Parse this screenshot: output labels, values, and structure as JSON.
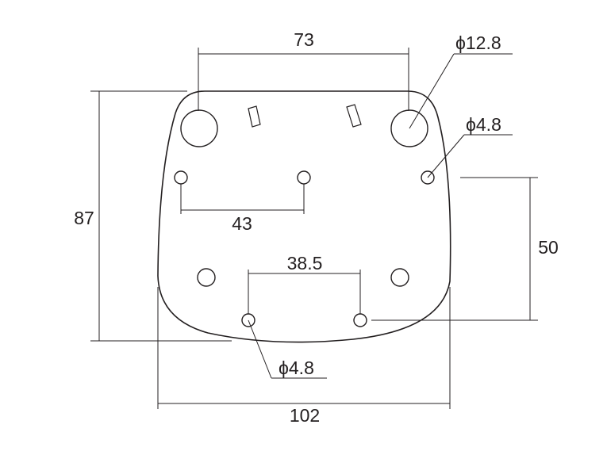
{
  "dimensions": {
    "top_width": "73",
    "overall_height": "87",
    "large_hole_dia": "ϕ12.8",
    "upper_hole_dia": "ϕ4.8",
    "upper_hole_spacing": "43",
    "lower_hole_height": "50",
    "lower_hole_spacing": "38.5",
    "lower_hole_dia": "ϕ4.8",
    "overall_width": "102"
  }
}
